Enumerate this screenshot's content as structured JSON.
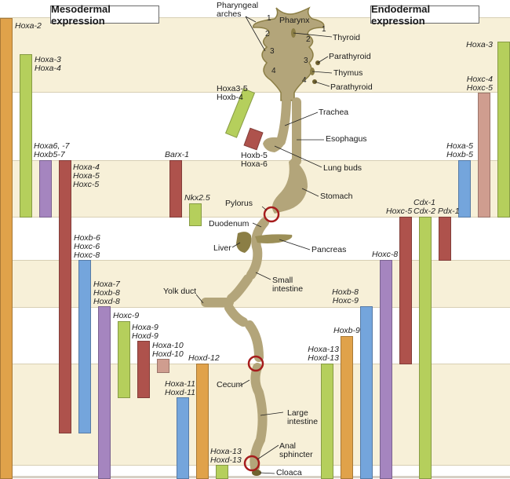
{
  "headers": {
    "mesodermal": "Mesodermal expression",
    "endodermal": "Endodermal expression"
  },
  "colors": {
    "band": "#f7f0d8",
    "gut": "#b3a57a",
    "gut_dark": "#8b7e45",
    "ring": "#a61c1c",
    "orange": "#e0a24a",
    "green": "#b5cf5c",
    "purple": "#a585bf",
    "red": "#ae524c",
    "blue": "#74a5dc",
    "pink": "#cf9d8f"
  },
  "mesodermal_genes": [
    {
      "label": "Hoxa-2",
      "color": "orange"
    },
    {
      "label": "Hoxa-3\nHoxa-4",
      "color": "green"
    },
    {
      "label": "Hoxa6, -7\nHoxb5-7",
      "color": "purple"
    },
    {
      "label": "Hoxa-4\nHoxa-5\nHoxc-5",
      "color": "red"
    },
    {
      "label": "Hoxb-6\nHoxc-6\nHoxc-8",
      "color": "blue"
    },
    {
      "label": "Hoxa-7\nHoxb-8\nHoxd-8",
      "color": "purple"
    },
    {
      "label": "Hoxc-9",
      "color": "green"
    },
    {
      "label": "Hoxa-9\nHoxd-9",
      "color": "red"
    },
    {
      "label": "Hoxa-10\nHoxd-10",
      "color": "pink"
    },
    {
      "label": "Barx-1",
      "color": "red"
    },
    {
      "label": "Nkx2.5",
      "color": "green"
    },
    {
      "label": "Hoxa-11\nHoxd-11",
      "color": "blue"
    },
    {
      "label": "Hoxd-12",
      "color": "orange"
    },
    {
      "label": "Hoxa-13\nHoxd-13",
      "color": "green"
    },
    {
      "label": "Hoxa3-5\nHoxb-4",
      "color": "green"
    },
    {
      "label": "Hoxb-5\nHoxa-6",
      "color": "red"
    }
  ],
  "endodermal_genes": [
    {
      "label": "Hoxa-3",
      "color": "green"
    },
    {
      "label": "Hoxc-4\nHoxc-5",
      "color": "pink"
    },
    {
      "label": "Hoxa-5\nHoxb-5",
      "color": "blue"
    },
    {
      "label": "Pdx-1",
      "color": "red"
    },
    {
      "label": "Cdx-1\nCdx-2",
      "color": "green"
    },
    {
      "label": "Hoxc-5",
      "color": "red"
    },
    {
      "label": "Hoxc-8",
      "color": "purple"
    },
    {
      "label": "Hoxb-8\nHoxc-9",
      "color": "blue"
    },
    {
      "label": "Hoxb-9",
      "color": "orange"
    },
    {
      "label": "Hoxa-13\nHoxd-13",
      "color": "green"
    }
  ],
  "anatomy_labels": {
    "pharyngeal_arches": "Pharyngeal\narches",
    "pharynx": "Pharynx",
    "thyroid": "Thyroid",
    "parathyroid_upper": "Parathyroid",
    "thymus": "Thymus",
    "parathyroid_lower": "Parathyroid",
    "trachea": "Trachea",
    "esophagus": "Esophagus",
    "lung_buds": "Lung buds",
    "stomach": "Stomach",
    "pylorus": "Pylorus",
    "duodenum": "Duodenum",
    "liver": "Liver",
    "pancreas": "Pancreas",
    "small_intestine": "Small\nintestine",
    "yolk_duct": "Yolk duct",
    "cecum": "Cecum",
    "large_intestine": "Large\nintestine",
    "anal_sphincter": "Anal\nsphincter",
    "cloaca": "Cloaca"
  },
  "arch_numbers": {
    "left": [
      "1",
      "2",
      "3",
      "4"
    ],
    "right": [
      "1",
      "2",
      "3",
      "4"
    ]
  }
}
